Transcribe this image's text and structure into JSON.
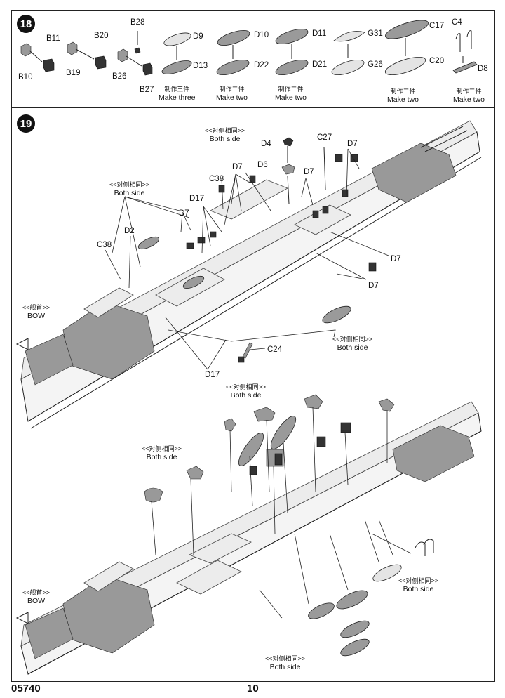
{
  "step18": {
    "number": "18",
    "parts": {
      "b10": "B10",
      "b11": "B11",
      "b19": "B19",
      "b20": "B20",
      "b26": "B26",
      "b27": "B27",
      "b28": "B28",
      "d9": "D9",
      "d13": "D13",
      "d10": "D10",
      "d22": "D22",
      "d11": "D11",
      "d21": "D21",
      "g31": "G31",
      "g26": "G26",
      "c17": "C17",
      "c20": "C20",
      "c4": "C4",
      "d8": "D8"
    },
    "make_notes": [
      {
        "cn": "制作三件",
        "en": "Make three"
      },
      {
        "cn": "制作二件",
        "en": "Make two"
      },
      {
        "cn": "制作二件",
        "en": "Make two"
      },
      {
        "cn": "制作二件",
        "en": "Make two"
      },
      {
        "cn": "制作二件",
        "en": "Make two"
      }
    ]
  },
  "step19": {
    "number": "19",
    "upper": {
      "labels": {
        "d4": "D4",
        "d6": "D6",
        "c27": "C27",
        "d7_a": "D7",
        "d7_b": "D7",
        "d7_c": "D7",
        "d7_d": "D7",
        "d7_e": "D7",
        "d7_f": "D7",
        "c38_a": "C38",
        "c38_b": "C38",
        "d17_a": "D17",
        "d17_b": "D17",
        "d2": "D2",
        "c24": "C24"
      },
      "notes": [
        {
          "cn": "<<对侧相同>>",
          "en": "Both side"
        },
        {
          "cn": "<<对侧相同>>",
          "en": "Both side"
        },
        {
          "cn": "<<对侧相同>>",
          "en": "Both side"
        }
      ],
      "bow": {
        "cn": "<<舰首>>",
        "en": "BOW"
      }
    },
    "lower": {
      "notes": [
        {
          "cn": "<<对侧相同>>",
          "en": "Both side"
        },
        {
          "cn": "<<对侧相同>>",
          "en": "Both side"
        },
        {
          "cn": "<<对侧相同>>",
          "en": "Both side"
        },
        {
          "cn": "<<对侧相同>>",
          "en": "Both side"
        }
      ],
      "bow": {
        "cn": "<<舰首>>",
        "en": "BOW"
      }
    }
  },
  "footer": {
    "kit_number": "05740",
    "page_number": "10"
  }
}
